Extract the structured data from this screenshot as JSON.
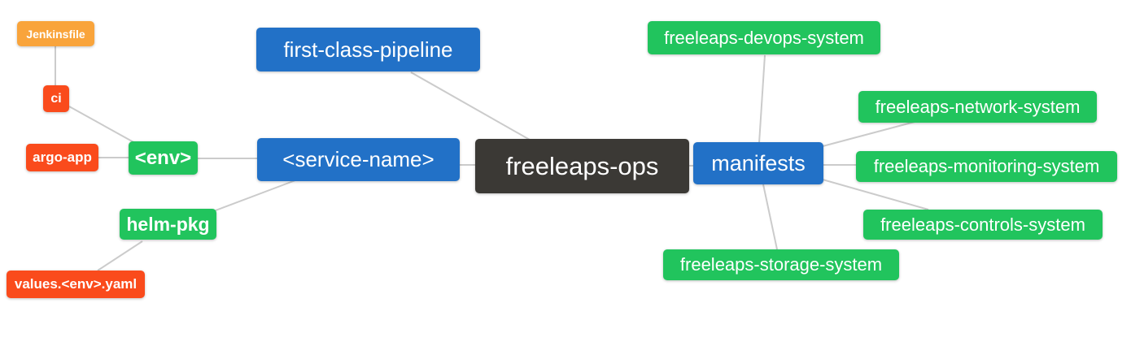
{
  "diagram": {
    "type": "mindmap",
    "colors": {
      "root_node": "#3B3935",
      "branch_node": "#2271C7",
      "green_node": "#21C45D",
      "red_node": "#FA4B1C",
      "orange_node": "#F9A43B",
      "edge": "#CBCBCB",
      "text": "#FFFFFF",
      "background": "#FFFFFF"
    },
    "nodes": {
      "root": "freeleaps-ops",
      "first_class_pipeline": "first-class-pipeline",
      "service_name": "<service-name>",
      "manifests": "manifests",
      "env": "<env>",
      "helm_pkg": "helm-pkg",
      "ci": "ci",
      "jenkinsfile": "Jenkinsfile",
      "argo_app": "argo-app",
      "values_env_yaml": "values.<env>.yaml",
      "devops_system": "freeleaps-devops-system",
      "network_system": "freeleaps-network-system",
      "monitoring_system": "freeleaps-monitoring-system",
      "controls_system": "freeleaps-controls-system",
      "storage_system": "freeleaps-storage-system"
    },
    "edges": [
      {
        "from": "jenkinsfile",
        "to": "ci"
      },
      {
        "from": "ci",
        "to": "env"
      },
      {
        "from": "argo_app",
        "to": "env"
      },
      {
        "from": "env",
        "to": "service_name"
      },
      {
        "from": "helm_pkg",
        "to": "service_name"
      },
      {
        "from": "values_env_yaml",
        "to": "helm_pkg"
      },
      {
        "from": "first_class_pipeline",
        "to": "root"
      },
      {
        "from": "service_name",
        "to": "root"
      },
      {
        "from": "root",
        "to": "manifests"
      },
      {
        "from": "devops_system",
        "to": "manifests"
      },
      {
        "from": "manifests",
        "to": "network_system"
      },
      {
        "from": "manifests",
        "to": "monitoring_system"
      },
      {
        "from": "manifests",
        "to": "controls_system"
      },
      {
        "from": "manifests",
        "to": "storage_system"
      }
    ]
  }
}
